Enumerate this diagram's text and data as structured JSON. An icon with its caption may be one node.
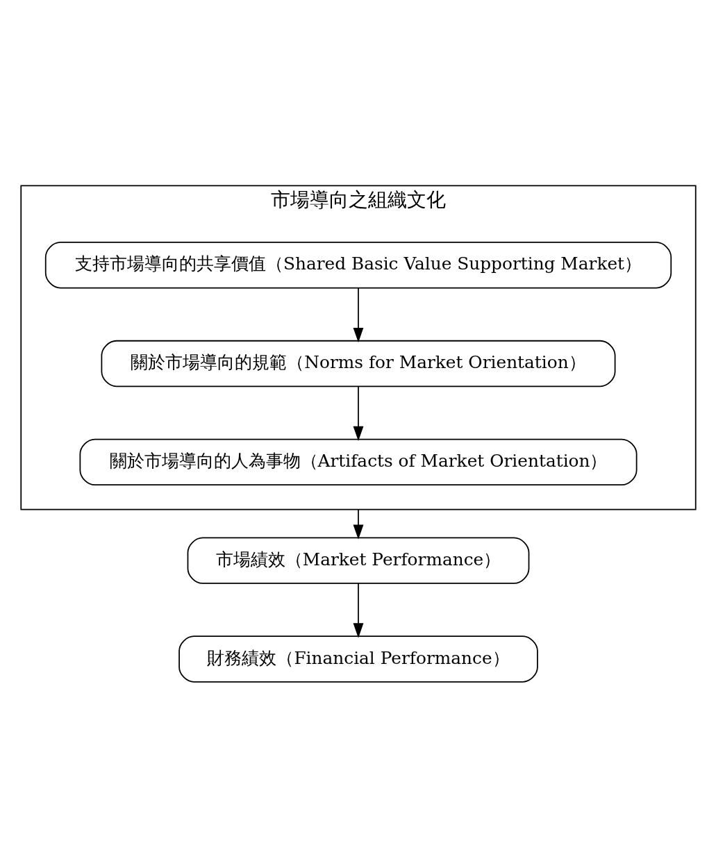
{
  "diagram": {
    "nodes": [
      {
        "text": [
          "市場導向之組織文化"
        ]
      },
      {
        "text": [
          "支持市場導向的共享價值（Shared Basic Value Supporting Market）"
        ],
        "in": 0
      },
      {
        "text": [
          "關於市場導向的規範（Norms for Market Orientation）"
        ],
        "in": 0
      },
      {
        "text": [
          "關於市場導向的人為事物（Artifacts of Market Orientation）"
        ],
        "in": 0
      },
      {
        "text": [
          "市場績效（Market Performance）"
        ]
      },
      {
        "text": [
          "財務績效（Financial Performance）"
        ]
      }
    ],
    "edges": [
      {
        "from": 1,
        "to": 2,
        "arrow": "to"
      },
      {
        "from": 2,
        "to": 3,
        "arrow": "to"
      },
      {
        "from": 0,
        "to": 4,
        "arrow": "to"
      },
      {
        "from": 4,
        "to": 5,
        "arrow": "to"
      }
    ]
  }
}
